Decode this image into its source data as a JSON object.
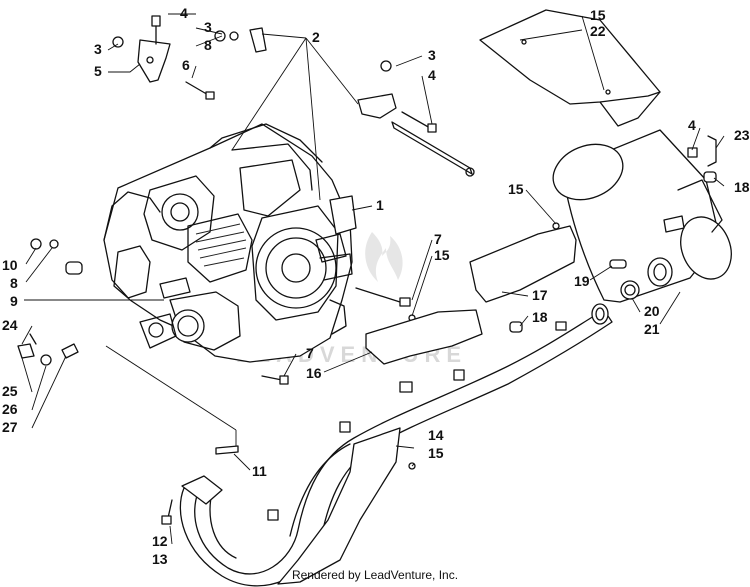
{
  "watermark": "LEADVENTURE",
  "footer": "Rendered by LeadVenture, Inc.",
  "callouts": {
    "c1": "1",
    "c2": "2",
    "c3a": "3",
    "c3b": "3",
    "c3c": "3",
    "c4a": "4",
    "c4b": "4",
    "c4c": "4",
    "c5": "5",
    "c6": "6",
    "c7a": "7",
    "c7b": "7",
    "c8a": "8",
    "c8b": "8",
    "c9": "9",
    "c10": "10",
    "c11": "11",
    "c12": "12",
    "c13": "13",
    "c14": "14",
    "c15a": "15",
    "c15b": "15",
    "c15c": "15",
    "c15d": "15",
    "c16": "16",
    "c17": "17",
    "c18a": "18",
    "c18b": "18",
    "c19": "19",
    "c20": "20",
    "c21": "21",
    "c22": "22",
    "c23": "23",
    "c24": "24",
    "c25": "25",
    "c26": "26",
    "c27": "27"
  }
}
